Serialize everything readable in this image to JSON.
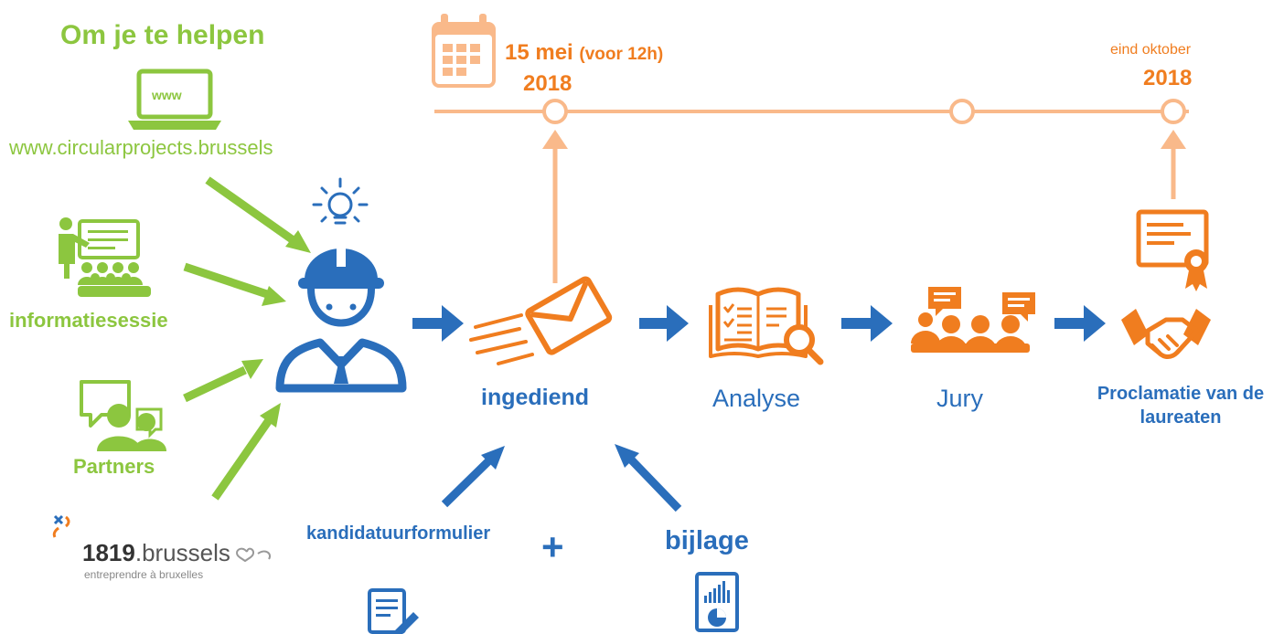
{
  "help_title": "Om je te helpen",
  "help_items": {
    "website": {
      "icon_text": "www",
      "label": "www.circularprojects.brussels"
    },
    "session": {
      "label": "informatiesessie"
    },
    "partners": {
      "label": "Partners"
    },
    "logo": {
      "name_bold": "1819",
      "name_rest": ".brussels",
      "tagline": "entreprendre à bruxelles"
    }
  },
  "timeline": {
    "start_date_main": "15 mei",
    "start_date_note": "(voor 12h)",
    "start_year": "2018",
    "end_date": "eind oktober",
    "end_year": "2018"
  },
  "steps": [
    {
      "label": "ingediend"
    },
    {
      "label": "Analyse"
    },
    {
      "label": "Jury"
    },
    {
      "label": "Proclamatie van de laureaten"
    }
  ],
  "submission": {
    "form_label": "kandidatuurformulier",
    "plus": "+",
    "attachment_label": "bijlage"
  },
  "colors": {
    "green": "#8cc63f",
    "blue": "#2a6ebb",
    "orange": "#f07d1f",
    "light_orange": "#f9b98a"
  },
  "icons": [
    "calendar-icon",
    "laptop-icon",
    "presentation-icon",
    "partners-icon",
    "lightbulb-icon",
    "worker-icon",
    "envelope-icon",
    "book-search-icon",
    "jury-icon",
    "certificate-icon",
    "handshake-icon",
    "form-icon",
    "document-chart-icon"
  ]
}
